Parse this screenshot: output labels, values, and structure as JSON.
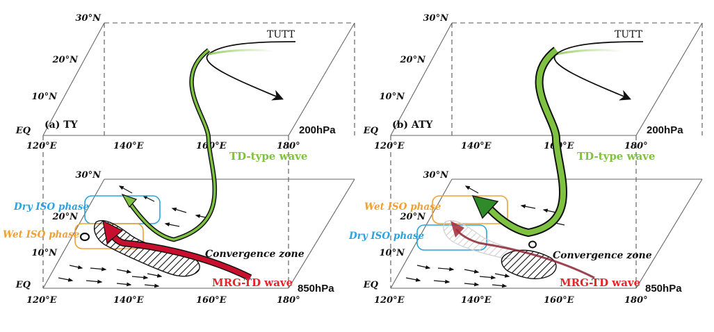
{
  "panels": [
    {
      "id": "a",
      "panel_label": "(a) TY",
      "upper_level": "200hPa",
      "lower_level": "850hPa",
      "lat_labels_upper": [
        "30°N",
        "20°N",
        "10°N",
        "EQ"
      ],
      "lon_labels_upper": [
        "120°E",
        "140°E",
        "160°E",
        "180°"
      ],
      "lat_labels_lower": [
        "30°N",
        "20°N",
        "10°N",
        "EQ"
      ],
      "lon_labels_lower": [
        "120°E",
        "140°E",
        "160°E",
        "180°"
      ],
      "tutt_label": "TUTT",
      "td_wave_label": "TD-type wave",
      "convergence_label": "Convergence zone",
      "mrg_label": "MRG-TD wave",
      "iso_top_label": "Dry ISO phase",
      "iso_bottom_label": "Wet ISO phase",
      "colors": {
        "top_box": "#2aa3e0",
        "bottom_box": "#f0a033"
      }
    },
    {
      "id": "b",
      "panel_label": "(b) ATY",
      "upper_level": "200hPa",
      "lower_level": "850hPa",
      "lat_labels_upper": [
        "30°N",
        "20°N",
        "10°N",
        "EQ"
      ],
      "lon_labels_upper": [
        "120°E",
        "140°E",
        "160°E",
        "180°"
      ],
      "lat_labels_lower": [
        "30°N",
        "20°N",
        "10°N",
        "EQ"
      ],
      "lon_labels_lower": [
        "120°E",
        "140°E",
        "160°E",
        "180°"
      ],
      "tutt_label": "TUTT",
      "td_wave_label": "TD-type wave",
      "convergence_label": "Convergence zone",
      "mrg_label": "MRG-TD wave",
      "iso_top_label": "Wet ISO phase",
      "iso_bottom_label": "Dry ISO phase",
      "colors": {
        "top_box": "#f0a033",
        "bottom_box": "#2aa3e0"
      }
    }
  ],
  "colors": {
    "td_wave": "#7fc241",
    "mrg_wave": "#c8102e",
    "dry_iso": "#2aa3e0",
    "wet_iso": "#f0a033"
  }
}
